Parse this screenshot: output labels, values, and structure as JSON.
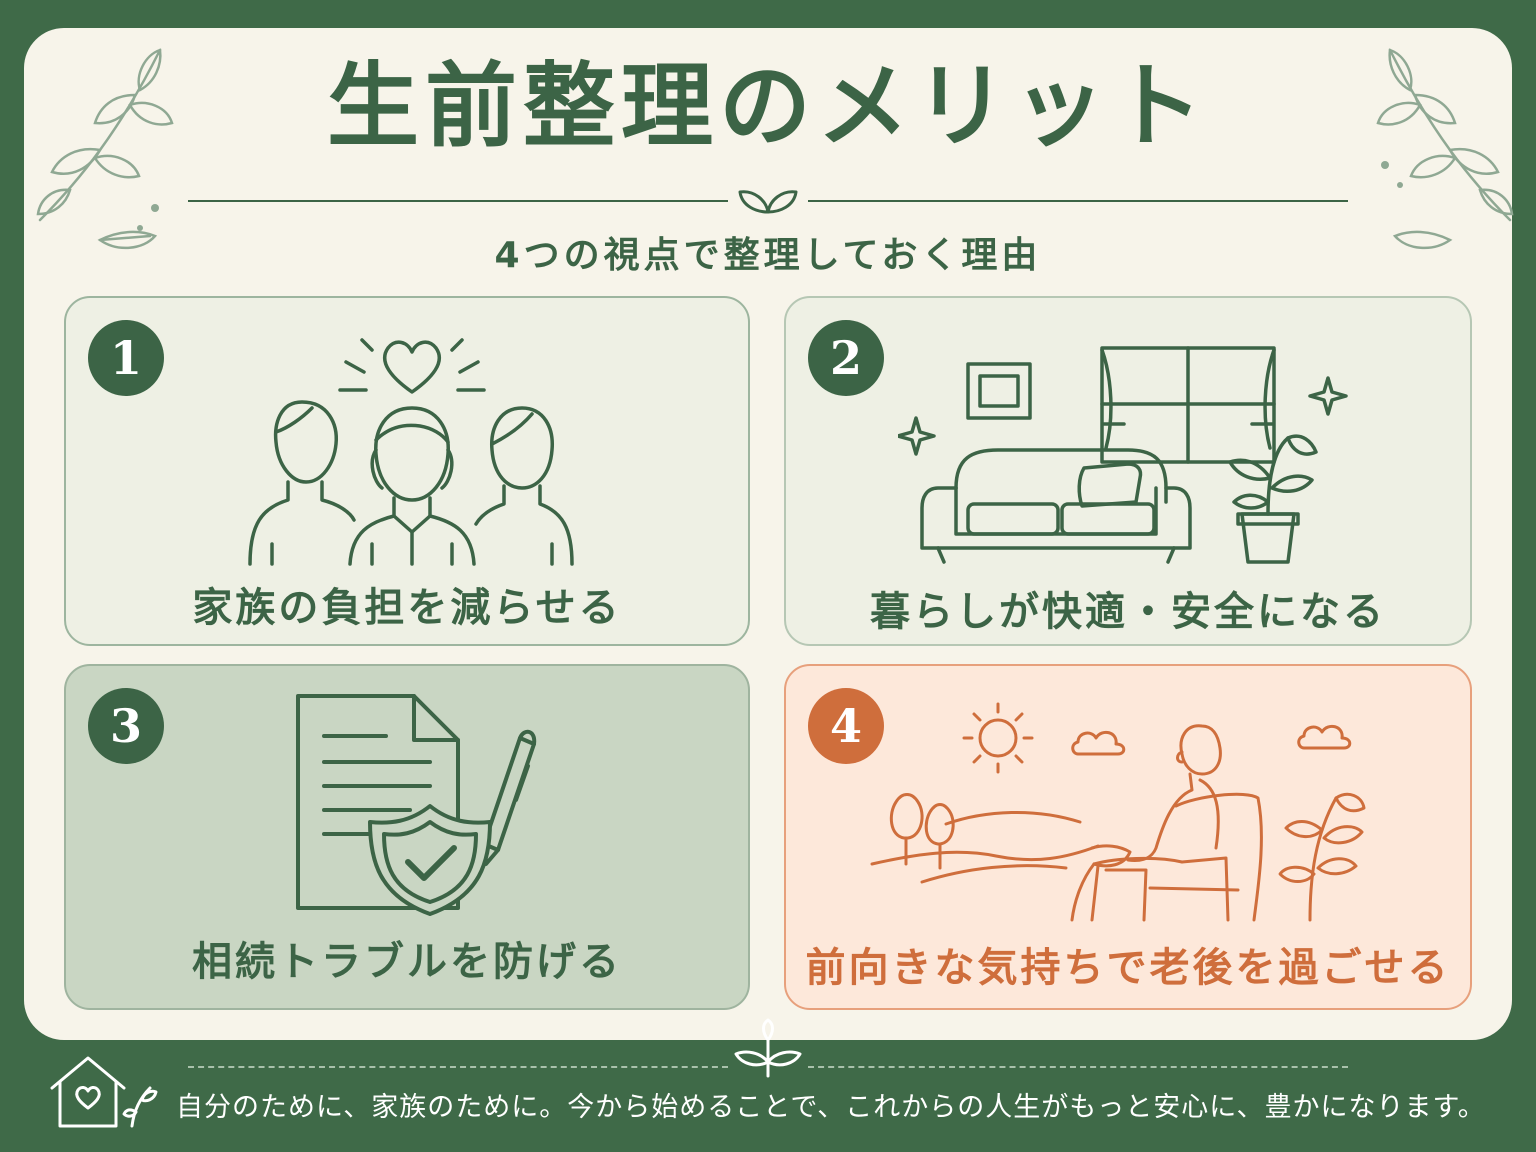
{
  "header": {
    "title": "生前整理のメリット",
    "subtitle": "4つの視点で整理しておく理由"
  },
  "cards": [
    {
      "number": "1",
      "label": "家族の負担を減らせる",
      "icon": "family-heart-icon"
    },
    {
      "number": "2",
      "label": "暮らしが快適・安全になる",
      "icon": "tidy-living-room-icon"
    },
    {
      "number": "3",
      "label": "相続トラブルを防げる",
      "icon": "document-shield-pen-icon"
    },
    {
      "number": "4",
      "label": "前向きな気持ちで老後を過ごせる",
      "icon": "person-relaxing-landscape-icon"
    }
  ],
  "footer": {
    "message": "自分のために、家族のために。今から始めることで、これからの人生がもっと安心に、豊かになります。",
    "icon": "house-heart-icon"
  },
  "colors": {
    "frame": "#3f6a48",
    "panel": "#f7f4ea",
    "primary_green": "#3c6446",
    "card1_bg": "#eef0e4",
    "card2_bg": "#eef0e4",
    "card3_bg": "#c9d6c3",
    "card4_bg": "#fde8da",
    "accent_orange": "#cf6e3c"
  }
}
